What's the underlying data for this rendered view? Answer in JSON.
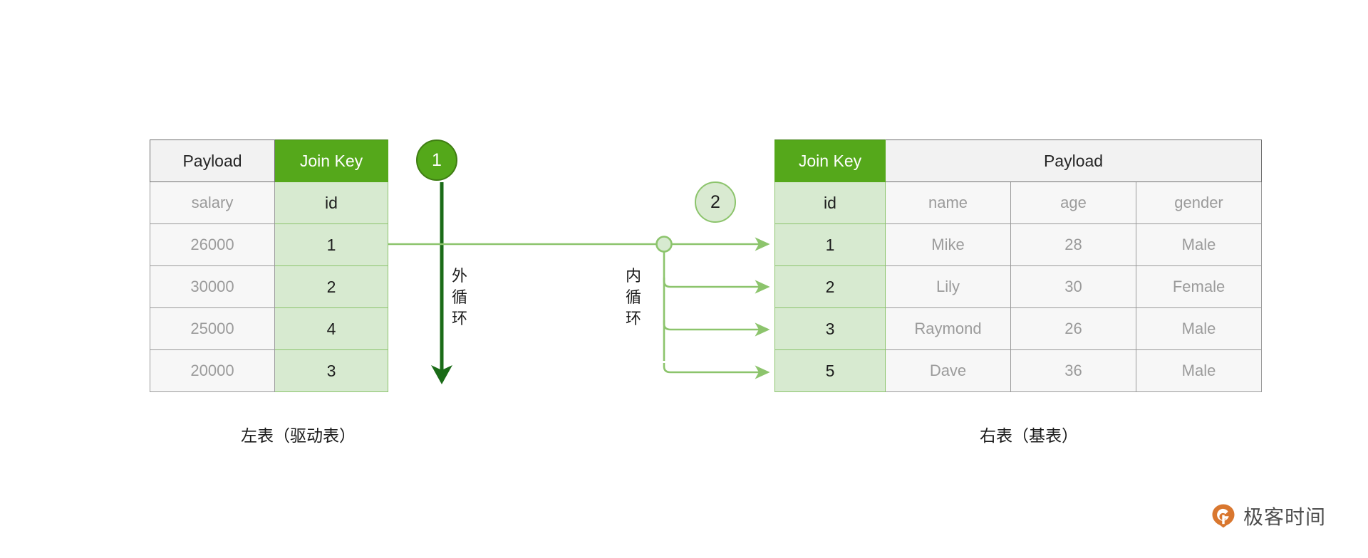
{
  "diagram": {
    "title": "Nested Loop Join",
    "colors": {
      "header_green": "#55a81b",
      "cell_green": "#d7ead0",
      "border_green": "#8cc46c",
      "arrow_dark_green": "#1a6b17",
      "arrow_light_green": "#8cc46c",
      "text_gray": "#9b9b9b",
      "text_dark": "#1d1d1d",
      "brand_orange": "#d9772f"
    }
  },
  "left_table": {
    "caption": "左表（驱动表）",
    "headers": [
      {
        "label": "Payload",
        "style": "plain"
      },
      {
        "label": "Join Key",
        "style": "key"
      }
    ],
    "rows": [
      {
        "payload": "salary",
        "key": "id"
      },
      {
        "payload": "26000",
        "key": "1"
      },
      {
        "payload": "30000",
        "key": "2"
      },
      {
        "payload": "25000",
        "key": "4"
      },
      {
        "payload": "20000",
        "key": "3"
      }
    ]
  },
  "right_table": {
    "caption": "右表（基表）",
    "headers": [
      {
        "label": "Join Key",
        "style": "key",
        "colspan": 1
      },
      {
        "label": "Payload",
        "style": "plain",
        "colspan": 3
      }
    ],
    "rows": [
      {
        "key": "id",
        "name": "name",
        "age": "age",
        "gender": "gender"
      },
      {
        "key": "1",
        "name": "Mike",
        "age": "28",
        "gender": "Male"
      },
      {
        "key": "2",
        "name": "Lily",
        "age": "30",
        "gender": "Female"
      },
      {
        "key": "3",
        "name": "Raymond",
        "age": "26",
        "gender": "Male"
      },
      {
        "key": "5",
        "name": "Dave",
        "age": "36",
        "gender": "Male"
      }
    ]
  },
  "annotations": {
    "badge_1": "1",
    "badge_2": "2",
    "outer_loop_label": "外循环",
    "inner_loop_label": "内循环"
  },
  "brand": {
    "name": "极客时间",
    "icon": "geekbang-logo-icon"
  }
}
